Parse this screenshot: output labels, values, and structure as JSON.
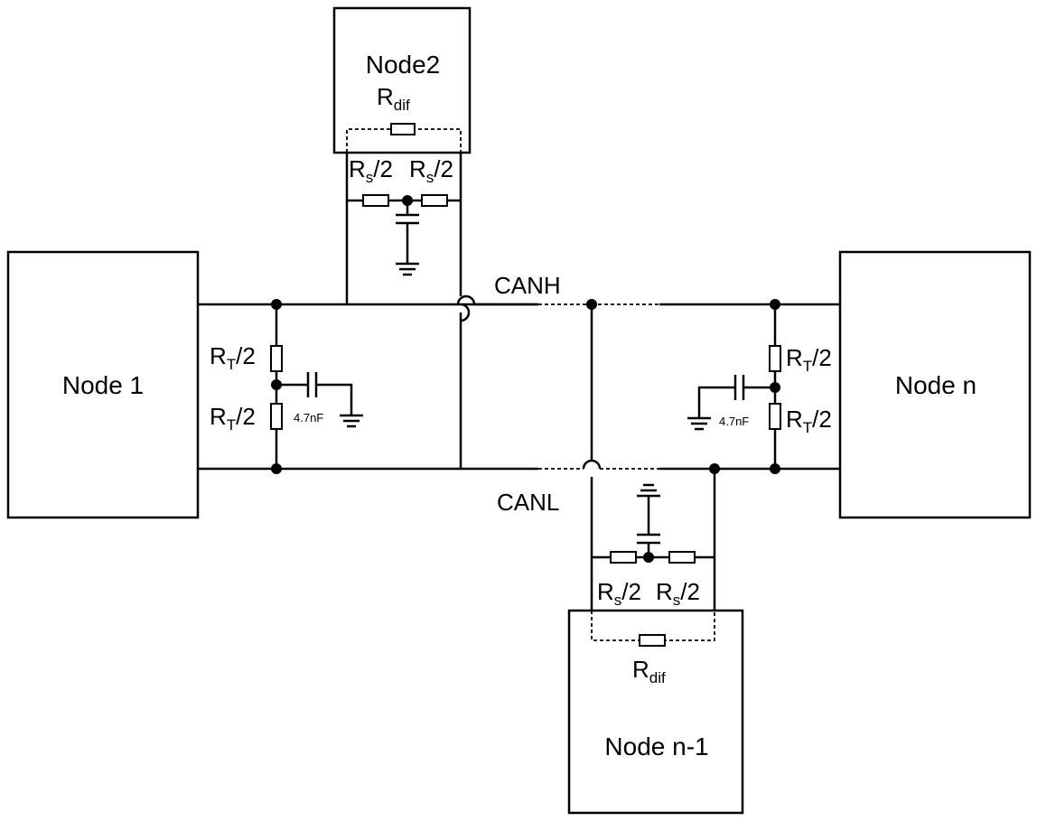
{
  "nodes": {
    "node1": "Node 1",
    "node2": "Node2",
    "node_n": "Node n",
    "node_n1": "Node n-1"
  },
  "buses": {
    "canh": "CANH",
    "canl": "CANL"
  },
  "components": {
    "r_letter": "R",
    "sub_t": "T",
    "sub_s": "s",
    "sub_dif": "dif",
    "half": "/2",
    "capacitor": "4.7nF"
  }
}
